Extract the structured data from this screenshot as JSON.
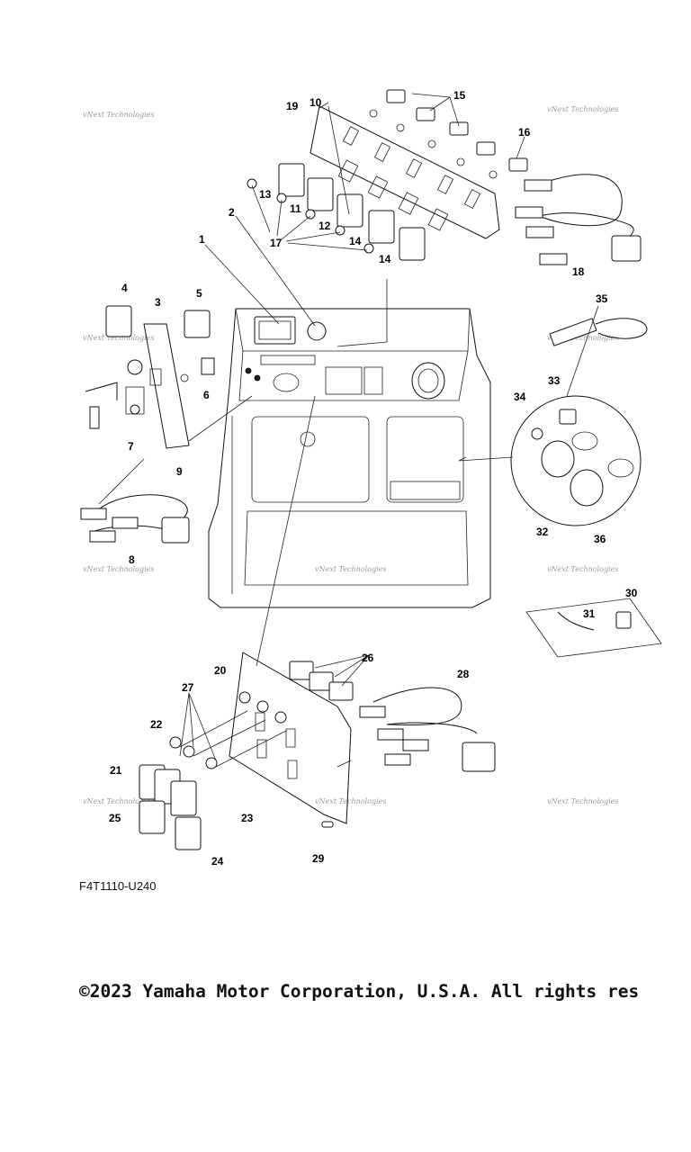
{
  "figure_code": "F4T1110-U240",
  "copyright": "©2023 Yamaha Motor Corporation, U.S.A. All rights res",
  "watermark": "vNext Technologies",
  "callouts": [
    "1",
    "2",
    "3",
    "4",
    "5",
    "6",
    "7",
    "8",
    "9",
    "10",
    "11",
    "12",
    "13",
    "14",
    "14",
    "15",
    "16",
    "17",
    "18",
    "19",
    "20",
    "21",
    "22",
    "23",
    "24",
    "25",
    "26",
    "27",
    "28",
    "29",
    "30",
    "31",
    "32",
    "33",
    "34",
    "35",
    "36"
  ]
}
